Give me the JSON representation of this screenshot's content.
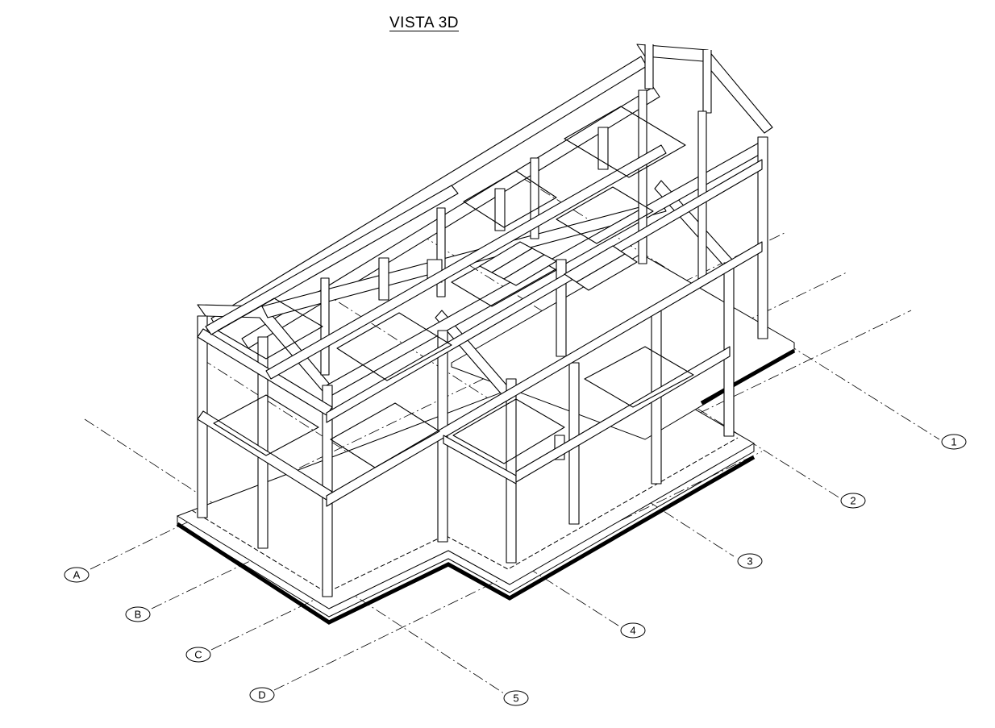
{
  "title": "VISTA 3D",
  "grid_axes": {
    "numbers": [
      "1",
      "2",
      "3",
      "4",
      "5"
    ],
    "letters": [
      "A",
      "B",
      "C",
      "D"
    ]
  },
  "colors": {
    "ink": "#000000",
    "paper": "#ffffff"
  }
}
